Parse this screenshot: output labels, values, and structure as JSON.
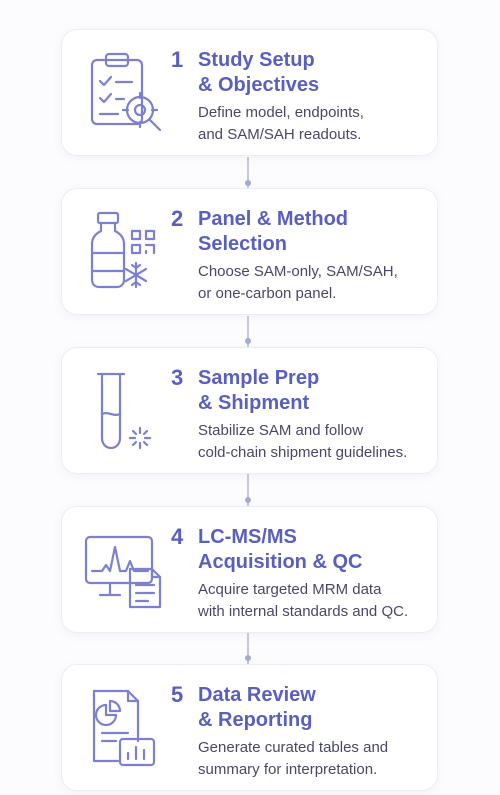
{
  "steps": [
    {
      "number": "1",
      "title_line1": "Study Setup",
      "title_line2": "& Objectives",
      "desc_line1": "Define model, endpoints,",
      "desc_line2": "and SAM/SAH readouts.",
      "icon": "clipboard-target-icon"
    },
    {
      "number": "2",
      "title_line1": "Panel & Method",
      "title_line2": "Selection",
      "desc_line1": "Choose SAM-only, SAM/SAH,",
      "desc_line2": "or one-carbon panel.",
      "icon": "vial-qr-snowflake-icon"
    },
    {
      "number": "3",
      "title_line1": "Sample Prep",
      "title_line2": "& Shipment",
      "desc_line1": "Stabilize SAM and follow",
      "desc_line2": "cold-chain shipment guidelines.",
      "icon": "test-tube-icon"
    },
    {
      "number": "4",
      "title_line1": "LC-MS/MS",
      "title_line2": "Acquisition & QC",
      "desc_line1": "Acquire targeted MRM data",
      "desc_line2": "with internal standards and QC.",
      "icon": "monitor-chromatogram-icon"
    },
    {
      "number": "5",
      "title_line1": "Data Review",
      "title_line2": "& Reporting",
      "desc_line1": "Generate curated tables and",
      "desc_line2": "summary for interpretation.",
      "icon": "report-chart-icon"
    }
  ],
  "colors": {
    "accent": "#5a5fbf",
    "icon_stroke": "#7d80cf",
    "text": "#484866",
    "card_border": "#ececf4",
    "connector": "#c6c6e0"
  }
}
